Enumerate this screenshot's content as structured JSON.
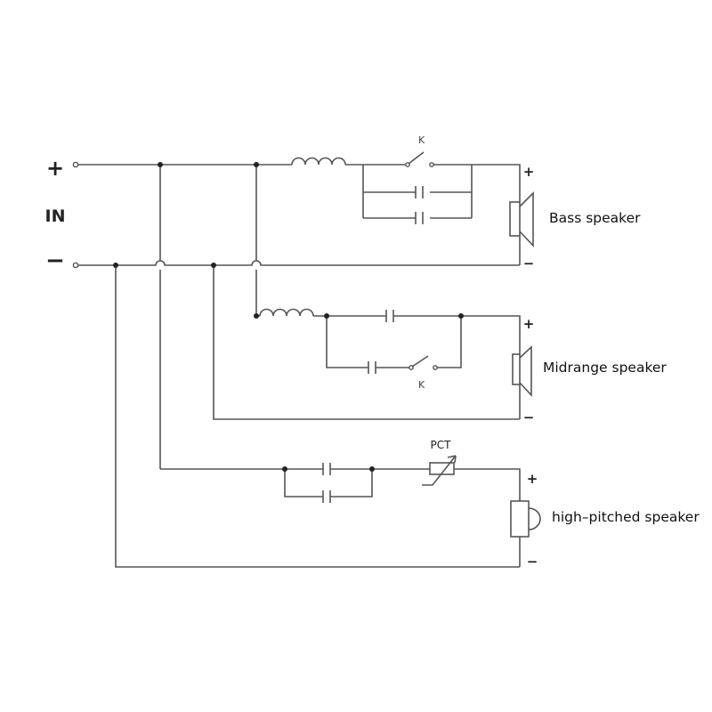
{
  "input": {
    "plus": "+",
    "minus": "−",
    "label": "IN"
  },
  "bass": {
    "label": "Bass speaker",
    "plus": "+",
    "minus": "−",
    "switch_label": "K"
  },
  "midrange": {
    "label": "Midrange speaker",
    "plus": "+",
    "minus": "−",
    "switch_label": "K"
  },
  "tweeter": {
    "label": "high–pitched speaker",
    "plus": "+",
    "minus": "−",
    "pct_label": "PCT"
  },
  "colors": {
    "wire": "#555555",
    "junction": "#222222",
    "background": "#ffffff"
  }
}
